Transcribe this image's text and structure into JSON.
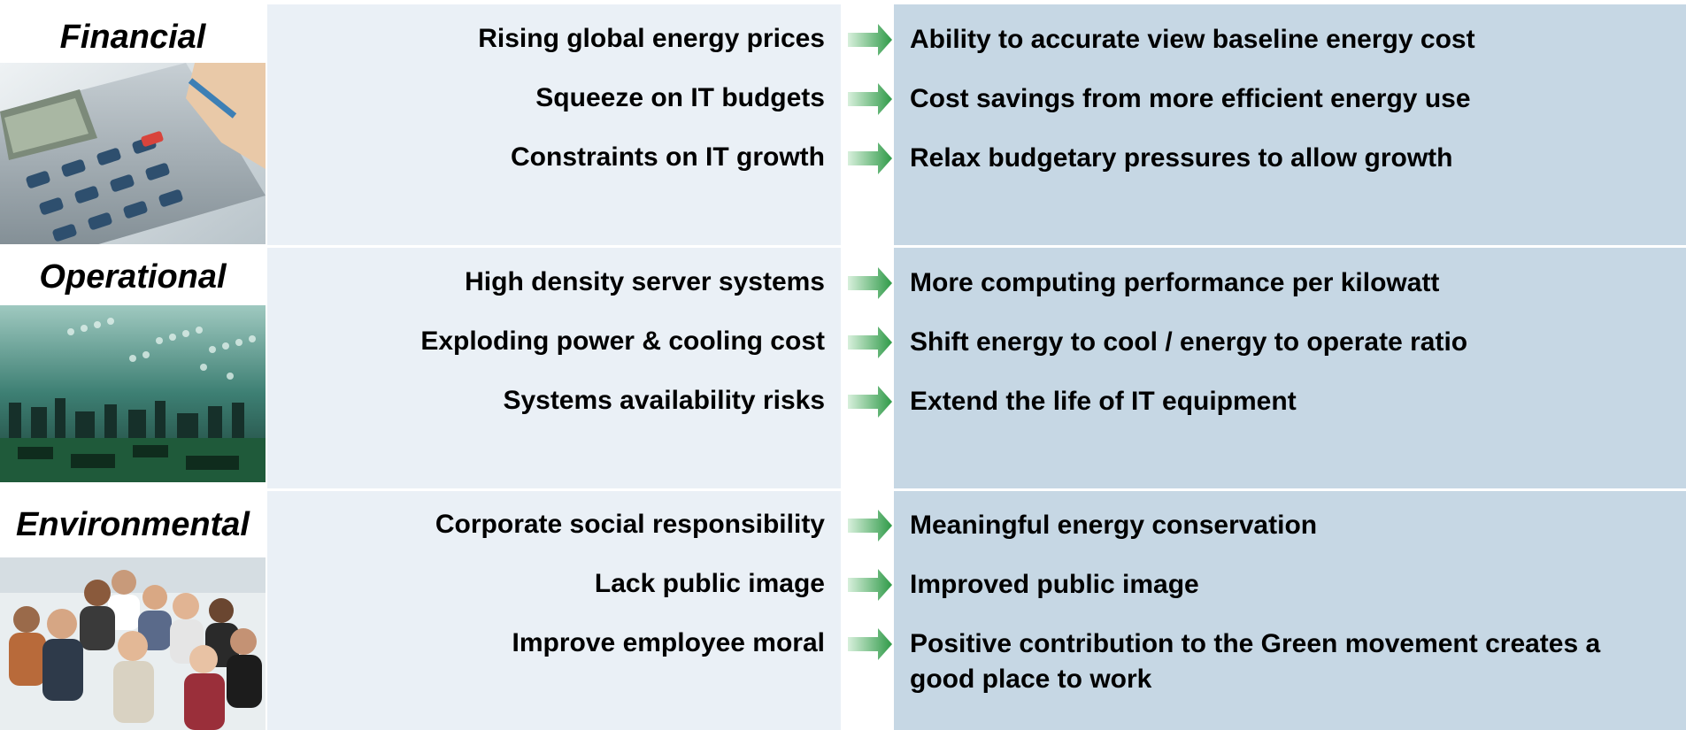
{
  "sections": [
    {
      "category": "Financial",
      "photo": "calculator-photo",
      "drivers": [
        "Rising global energy prices",
        "Squeeze on IT budgets",
        "Constraints on IT growth"
      ],
      "outcomes": [
        "Ability to accurate view baseline energy cost",
        "Cost savings from more efficient energy use",
        "Relax budgetary pressures to allow growth"
      ]
    },
    {
      "category": "Operational",
      "photo": "circuit-board-photo",
      "drivers": [
        "High density server systems",
        "Exploding power & cooling cost",
        "Systems availability risks"
      ],
      "outcomes": [
        "More computing performance per kilowatt",
        "Shift energy to cool / energy to operate ratio",
        "Extend the life of IT equipment"
      ]
    },
    {
      "category": "Environmental",
      "photo": "group-of-people-photo",
      "drivers": [
        "Corporate social responsibility",
        "Lack public image",
        "Improve employee moral"
      ],
      "outcomes": [
        "Meaningful energy conservation",
        "Improved public image",
        "Positive contribution to the Green movement creates a good place to work"
      ]
    }
  ],
  "colors": {
    "drivers_bg": "#eaf0f6",
    "outcomes_bg": "#c6d7e4",
    "arrow_light": "#d8f0dc",
    "arrow_dark": "#2f9a48"
  },
  "arrow_icon": "right-arrow-icon"
}
